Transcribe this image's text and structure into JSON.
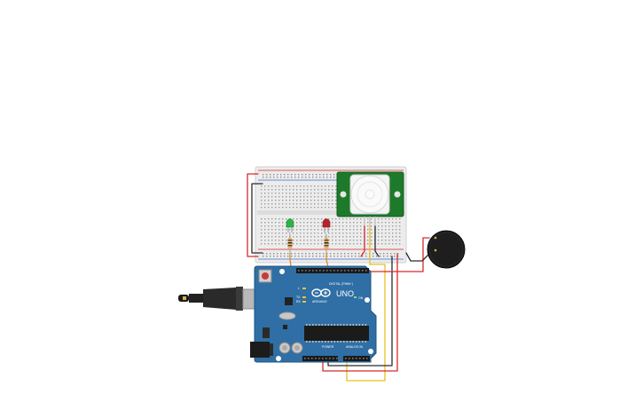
{
  "board": {
    "name": "UNO",
    "brand": "ARDUINO",
    "header_digital": "DIGITAL (PWM~)",
    "header_power": "POWER",
    "header_analog": "ANALOG IN",
    "on_label": "ON",
    "tx_label": "TX",
    "rx_label": "RX",
    "l_label": "L"
  },
  "colors": {
    "board_blue": "#2f6fa5",
    "board_dark": "#1f557f",
    "breadboard": "#ececec",
    "rail_red": "#d32a2a",
    "rail_blue": "#3b6fc9",
    "wire_red": "#d62a2a",
    "wire_black": "#2b2b2b",
    "wire_orange": "#e0892a",
    "wire_yellow": "#e8c023",
    "pir_green": "#1d7a2a",
    "led_green": "#2fb24a",
    "led_red": "#b8232a",
    "buzzer": "#1e1e1e"
  },
  "components": {
    "pir": "pir-motion-sensor",
    "led1": "green-led",
    "led2": "red-led",
    "buzzer": "piezo-buzzer",
    "usb": "usb-cable"
  }
}
